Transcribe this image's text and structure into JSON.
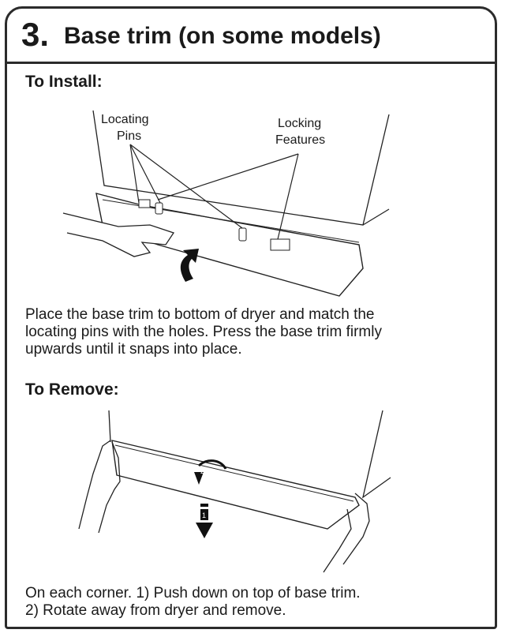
{
  "step": {
    "number": "3.",
    "title": "Base trim (on some models)"
  },
  "install": {
    "heading": "To Install:",
    "callout_pins_line1": "Locating",
    "callout_pins_line2": "Pins",
    "callout_features_line1": "Locking",
    "callout_features_line2": "Features",
    "text_lines": [
      "Place the base trim to bottom of dryer and match the",
      "locating pins with the holes. Press the base trim firmly",
      "upwards until it snaps into place."
    ]
  },
  "remove": {
    "heading": "To Remove:",
    "step_marker_1": "1",
    "step_marker_2": "2",
    "text_lines": [
      "On each corner. 1) Push down on top of base trim.",
      "2) Rotate away from dryer and remove."
    ]
  }
}
